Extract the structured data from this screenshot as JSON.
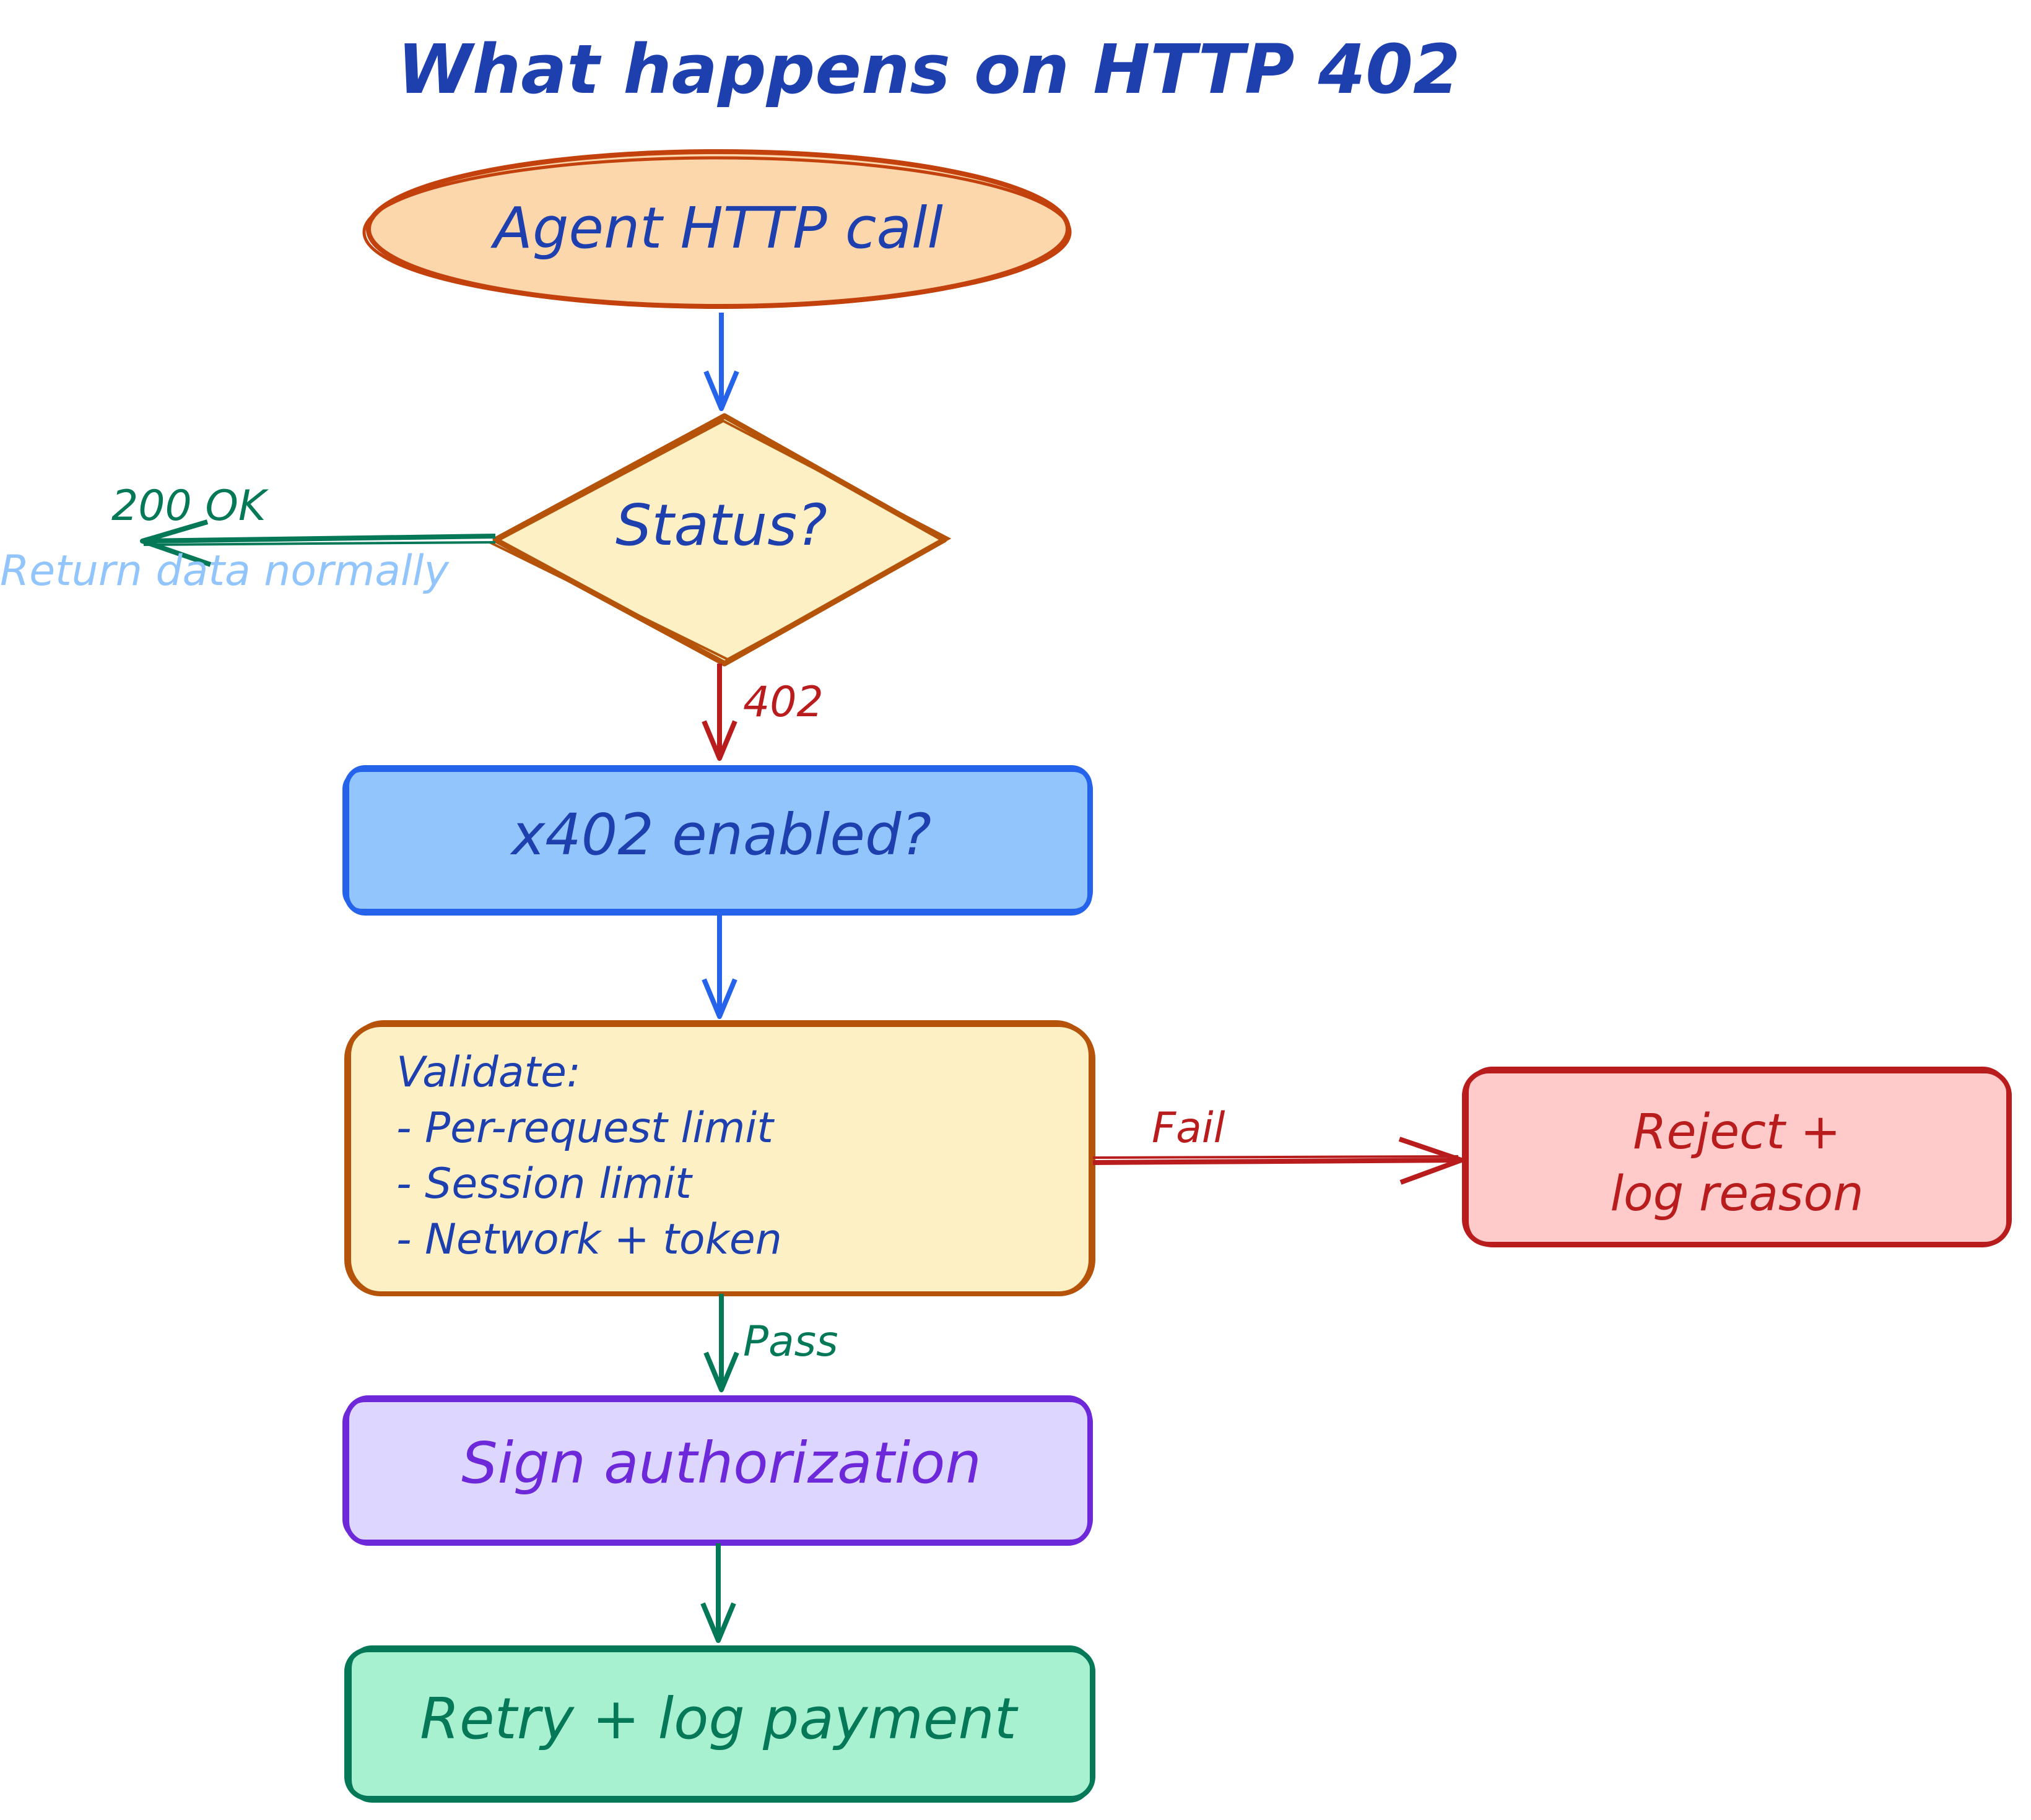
{
  "title": "What happens on HTTP 402",
  "colors": {
    "title": "#1e40af",
    "blue_arrow": "#2563eb",
    "red": "#b91c1c",
    "green": "#047857",
    "light_blue_text": "#93c5fd",
    "purple": "#6d28d9",
    "orange_stroke": "#c2410c",
    "orange_fill": "#fdd7ac",
    "diamond_stroke": "#b45309",
    "diamond_fill": "#fdf0c4",
    "blue_fill": "#93c5fd",
    "validate_stroke": "#b45309",
    "validate_fill": "#fdf0c4",
    "purple_fill": "#ddd6fe",
    "green_fill": "#a7f0d0",
    "red_fill": "#fecaca"
  },
  "nodes": {
    "start": {
      "label": "Agent HTTP call"
    },
    "status": {
      "label": "Status?"
    },
    "x402": {
      "label": "x402 enabled?"
    },
    "validate": {
      "heading": "Validate:",
      "lines": [
        "- Per-request limit",
        "- Session limit",
        "- Network + token"
      ]
    },
    "reject": {
      "lines": [
        "Reject +",
        "log reason"
      ]
    },
    "sign": {
      "label": "Sign authorization"
    },
    "retry": {
      "label": "Retry + log payment"
    }
  },
  "edges": {
    "ok_label": "200 OK",
    "ok_sub": "Return data normally",
    "code_402": "402",
    "fail": "Fail",
    "pass": "Pass"
  }
}
